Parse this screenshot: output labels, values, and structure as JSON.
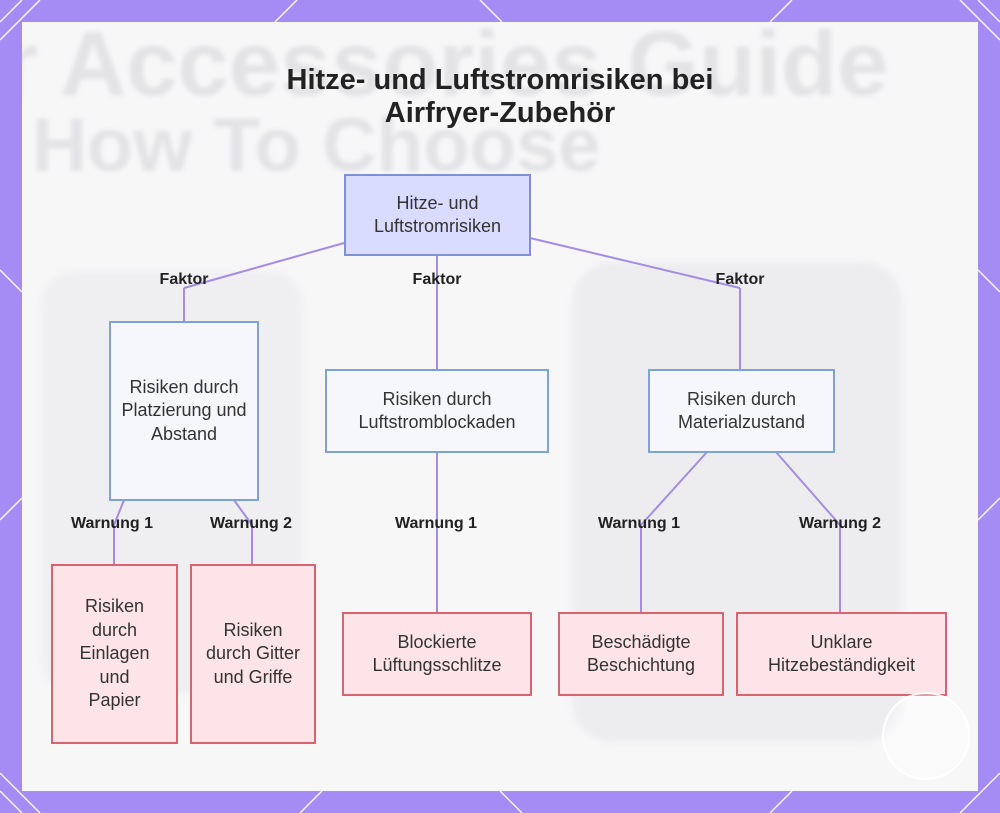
{
  "title": {
    "line1": "Hitze- und Luftstromrisiken bei",
    "line2": "Airfryer-Zubehör"
  },
  "background": {
    "line1": "r Accessories Guide",
    "line2": "How To Choose"
  },
  "nodes": {
    "root": "Hitze- und Luftstromrisiken",
    "placement": "Risiken durch Platzierung und Abstand",
    "airflow": "Risiken durch Luftstromblockaden",
    "material": "Risiken durch Materialzustand",
    "liners": "Risiken durch Einlagen und Papier",
    "racks": "Risiken durch Gitter und Griffe",
    "vents": "Blockierte Lüftungsschlitze",
    "coating": "Beschädigte Beschichtung",
    "heat_resistance": "Unklare Hitzebeständigkeit"
  },
  "edge_labels": {
    "factor_placement": "Faktor",
    "factor_airflow": "Faktor",
    "factor_material": "Faktor",
    "warning_liners": "Warnung 1",
    "warning_racks": "Warnung 2",
    "warning_vents": "Warnung 1",
    "warning_coating": "Warnung 1",
    "warning_heat": "Warnung 2"
  },
  "colors": {
    "frame": "#a48cf4",
    "edge": "#a48ce6",
    "root_fill": "#d9dcff",
    "category_fill": "#f5f7fd",
    "warning_fill": "#fde4e8",
    "warning_border": "#d9636f"
  }
}
